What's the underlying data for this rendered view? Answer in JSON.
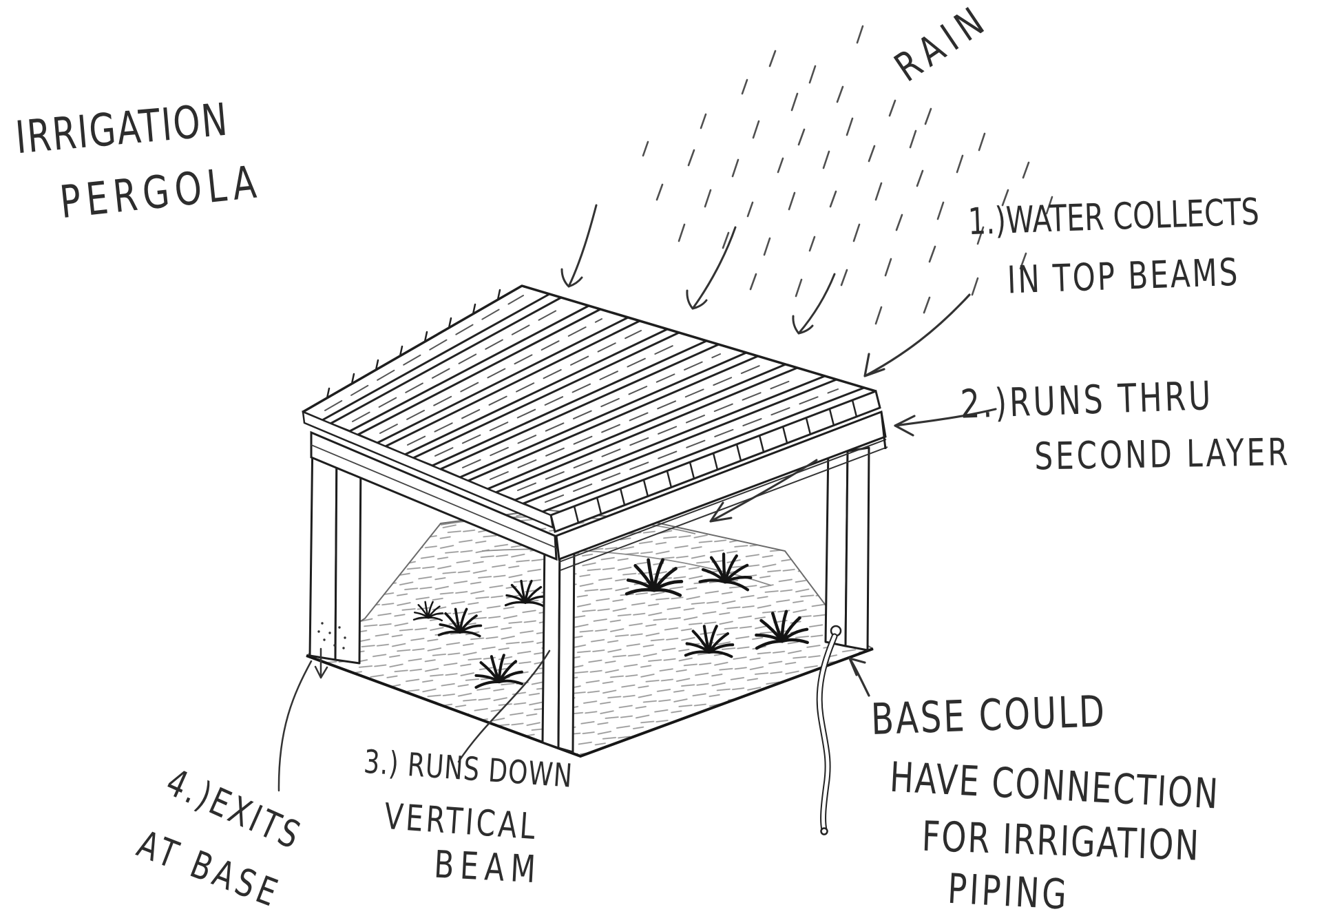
{
  "title": {
    "line1": "IRRIGATION",
    "line2": "PERGOLA"
  },
  "rain": {
    "label": "RAIN"
  },
  "annotations": {
    "water_collects": {
      "line1": "1.)WATER COLLECTS",
      "line2": "IN TOP BEAMS"
    },
    "runs_thru": {
      "line1": "2.)RUNS THRU",
      "line2": "SECOND LAYER"
    },
    "runs_down": {
      "line1": "3.) RUNS DOWN",
      "line2": "VERTICAL",
      "line3": "BEAM"
    },
    "exits": {
      "line1": "4.)EXITS",
      "line2": "AT BASE"
    },
    "base_note": {
      "line1": "BASE COULD",
      "line2": "HAVE CONNECTION",
      "line3": "FOR IRRIGATION",
      "line4": "PIPING"
    }
  },
  "colors": {
    "ink": "#2d2d2d",
    "pencil": "#6e6e6e",
    "paper": "#ffffff"
  }
}
